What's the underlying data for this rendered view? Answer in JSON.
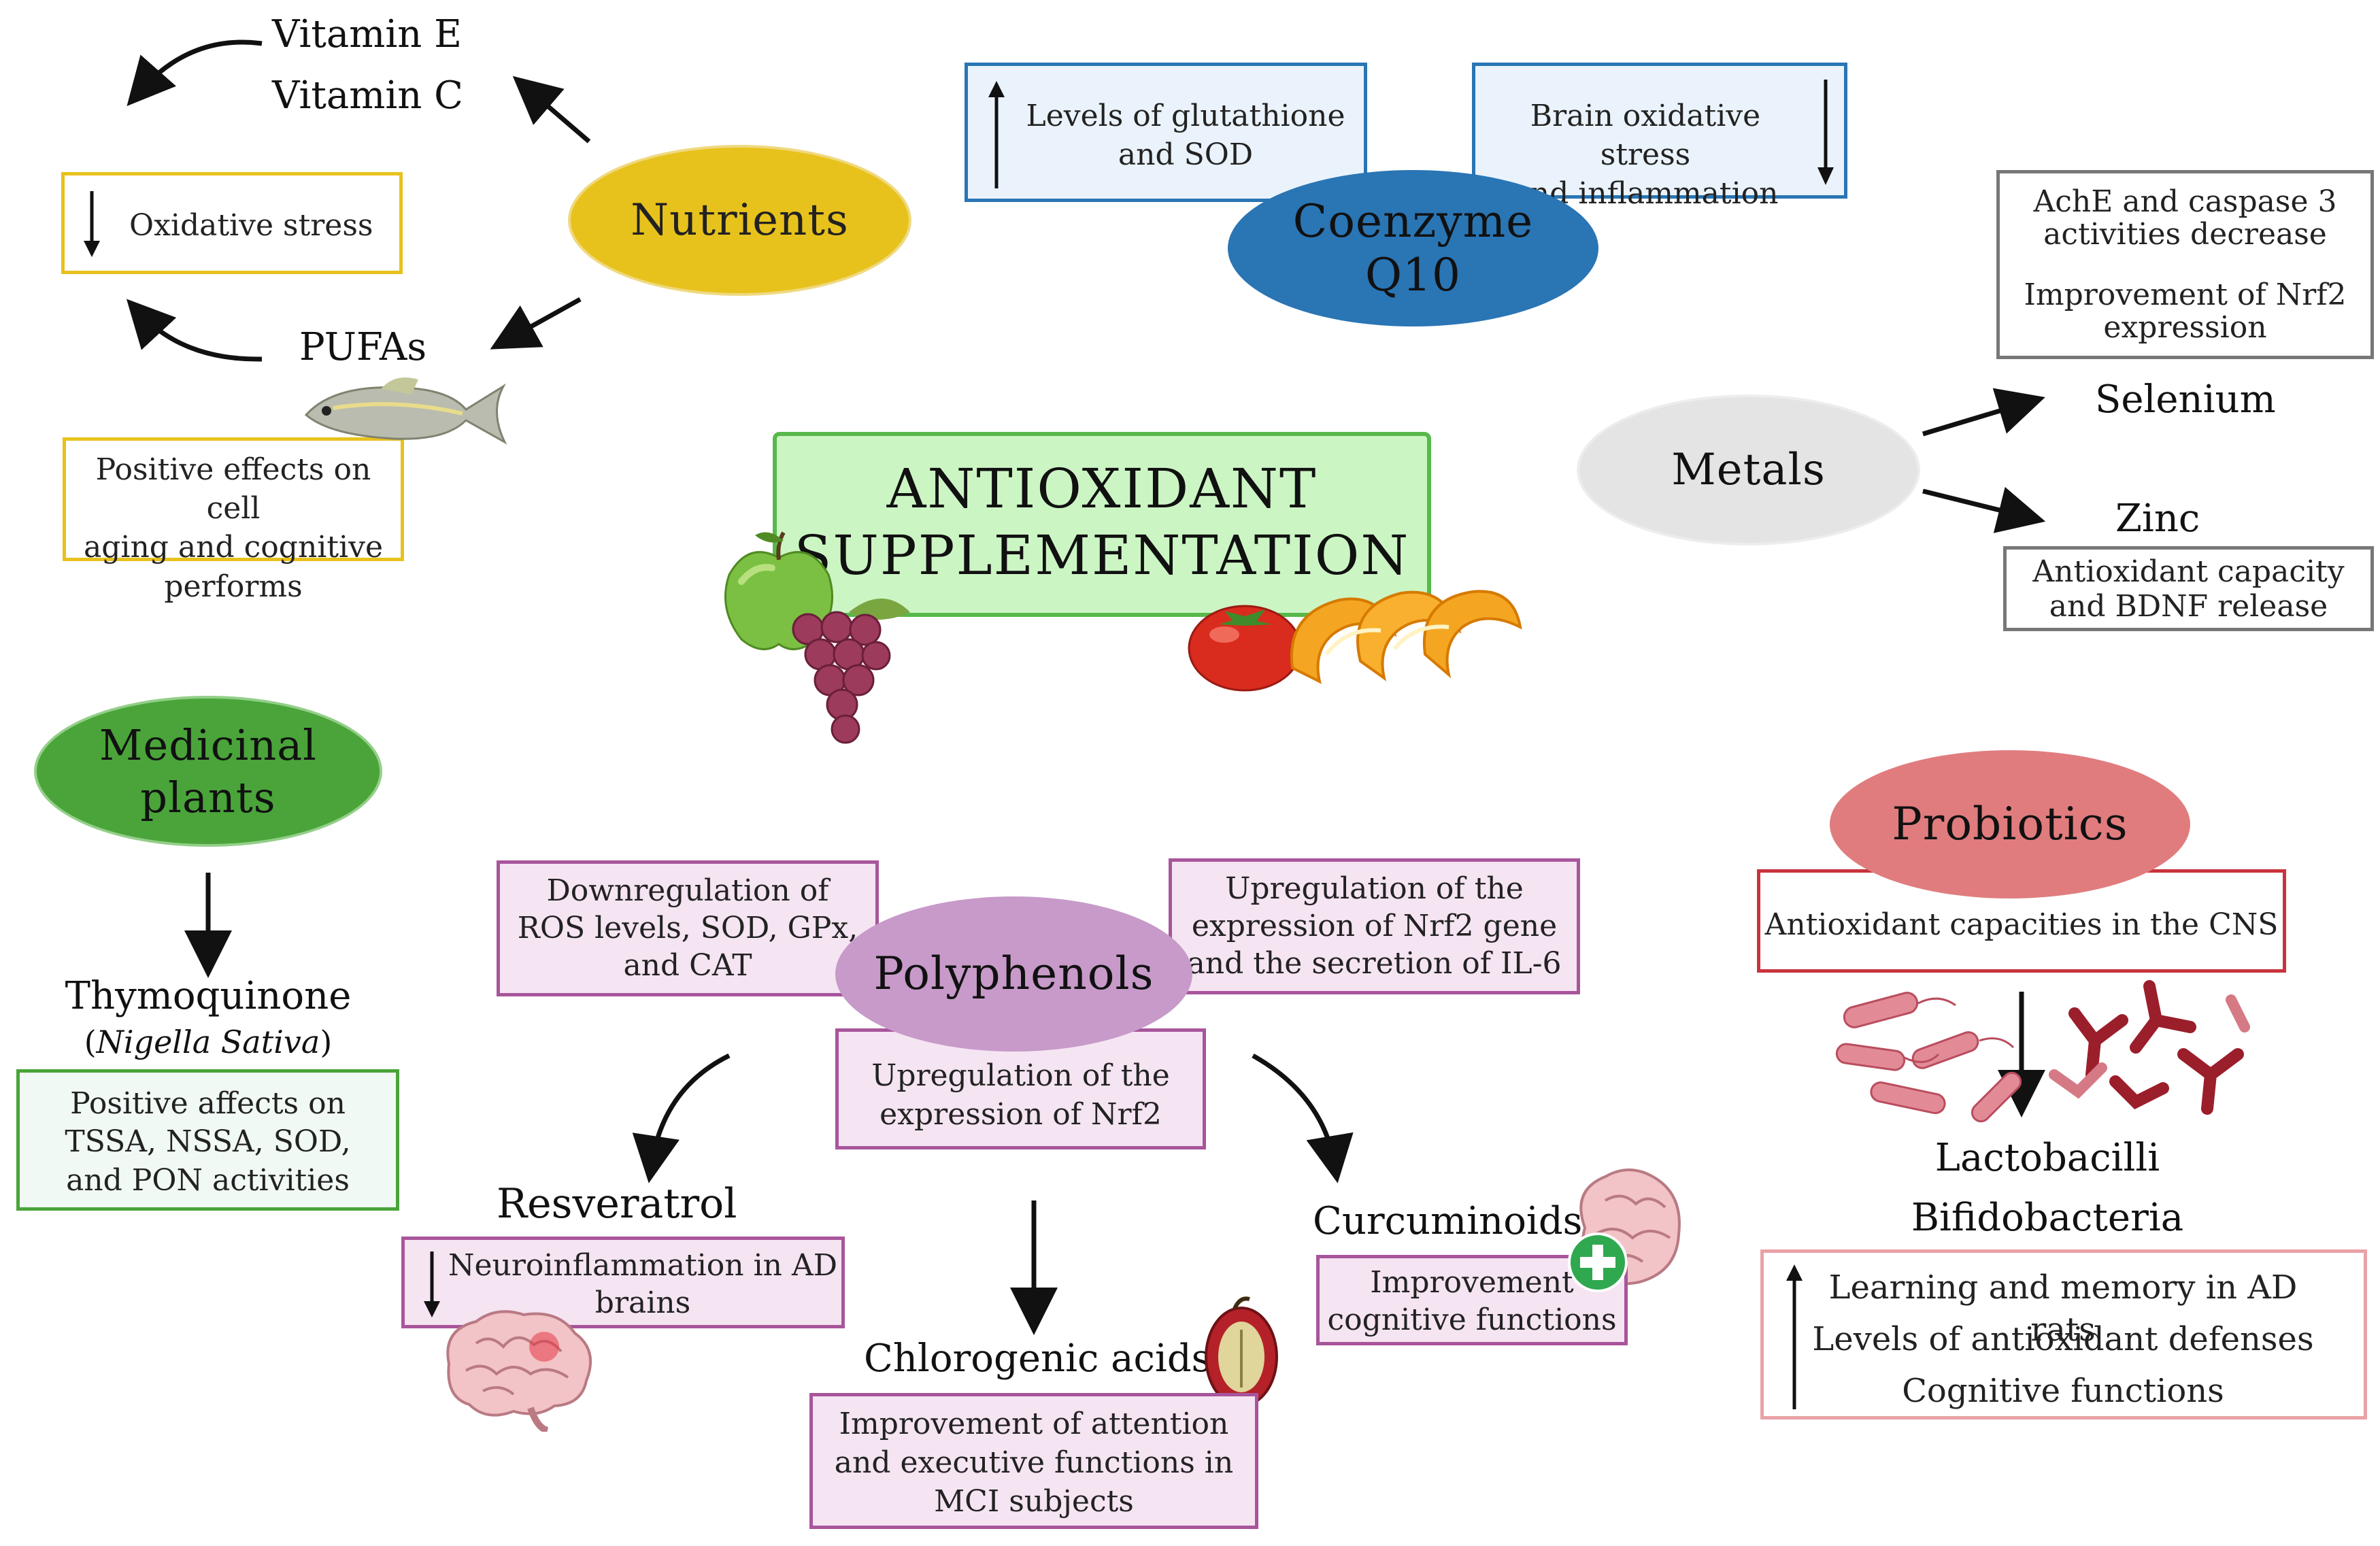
{
  "colors": {
    "nutrients": "#e8c21c",
    "coenzyme": "#2a75b4",
    "metals": "#e4e4e4",
    "medicinal": "#4aa43a",
    "polyphenols": "#c79ac9",
    "probiotics": "#e07c7e",
    "center_fill": "#ccf5c4",
    "center_border": "#56b94a"
  },
  "center": {
    "line1": "ANTIOXIDANT",
    "line2": "SUPPLEMENTATION"
  },
  "nutrients": {
    "title": "Nutrients",
    "vitamin_e": "Vitamin E",
    "vitamin_c": "Vitamin C",
    "oxidative_stress": "Oxidative stress",
    "pufas": "PUFAs",
    "pufa_effect": "Positive effects on cell\naging and cognitive\nperforms"
  },
  "coenzyme": {
    "title": "Coenzyme\nQ10",
    "left_box": "Levels of glutathione\nand SOD",
    "right_box": "Brain oxidative stress\nand inflammation"
  },
  "metals": {
    "title": "Metals",
    "selenium": "Selenium",
    "selenium_box_1": "AchE  and caspase 3\nactivities decrease",
    "selenium_box_2": "Improvement of Nrf2\nexpression",
    "zinc": "Zinc",
    "zinc_box": "Antioxidant capacity\nand BDNF release"
  },
  "medicinal": {
    "title": "Medicinal\nplants",
    "compound": "Thymoquinone",
    "source_open": "(",
    "source_species": "Nigella Sativa",
    "source_close": ")",
    "effect": "Positive affects on\nTSSA, NSSA, SOD,\nand PON activities"
  },
  "polyphenols": {
    "title": "Polyphenols",
    "left_box": "Downregulation of\nROS levels, SOD, GPx,\nand CAT",
    "right_box": "Upregulation of the\nexpression of Nrf2 gene\nand the secretion of IL-6",
    "bottom_box": "Upregulation of the\nexpression of Nrf2",
    "resveratrol": "Resveratrol",
    "resveratrol_box": "Neuroinflammation in AD\nbrains",
    "chlorogenic": "Chlorogenic acids",
    "chlorogenic_box": "Improvement of attention\nand executive functions in\nMCI subjects",
    "curcuminoids": "Curcuminoids",
    "curcuminoids_box": "Improvement\ncognitive functions"
  },
  "probiotics": {
    "title": "Probiotics",
    "cns_box": "Antioxidant capacities in the CNS",
    "lactobacilli": "Lactobacilli",
    "bifidobacteria": "Bifidobacteria",
    "effect_1": "Learning and memory in AD rats",
    "effect_2": "Levels of antioxidant defenses",
    "effect_3": "Cognitive functions"
  },
  "icons": [
    "fish-icon",
    "apple-icon",
    "grapes-icon",
    "tomato-icon",
    "orange-slices-icon",
    "brain-icon",
    "seed-icon",
    "bacteria-icon",
    "plus-icon"
  ]
}
